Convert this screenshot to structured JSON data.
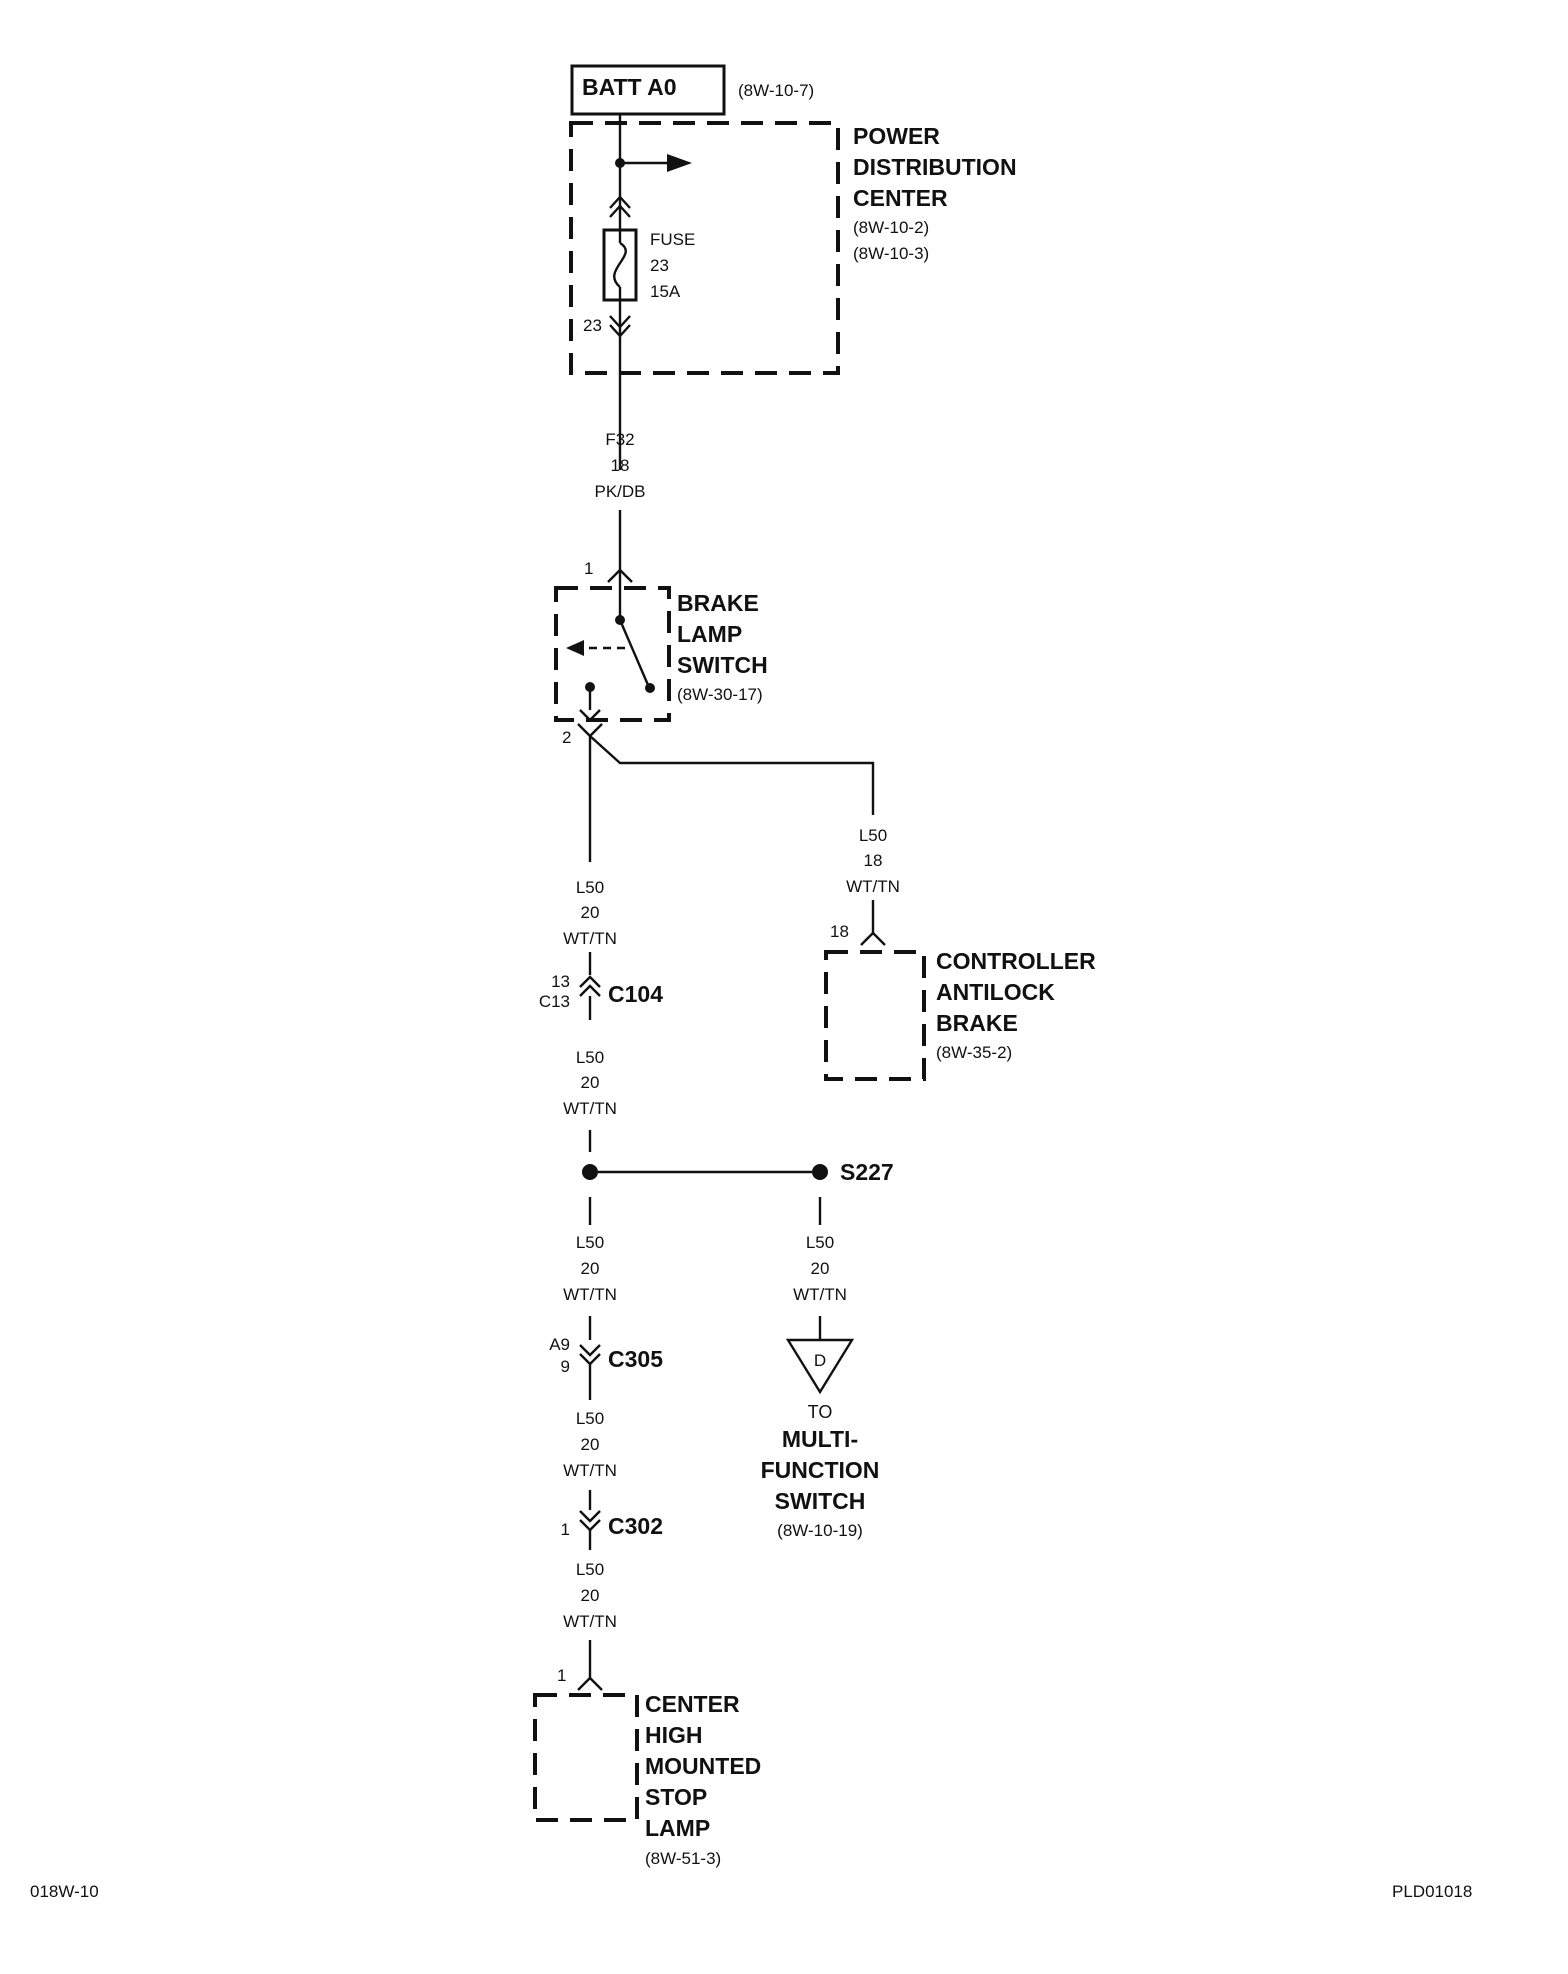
{
  "battery": {
    "label": "BATT A0",
    "ref": "(8W-10-7)"
  },
  "pdc": {
    "title": [
      "POWER",
      "DISTRIBUTION",
      "CENTER"
    ],
    "refs": [
      "(8W-10-2)",
      "(8W-10-3)"
    ],
    "fuse": [
      "FUSE",
      "23",
      "15A"
    ],
    "cavity": "23"
  },
  "wires": {
    "f32": [
      "F32",
      "18",
      "PK/DB"
    ],
    "l50_abs": [
      "L50",
      "18",
      "WT/TN"
    ],
    "l50_a": [
      "L50",
      "20",
      "WT/TN"
    ],
    "l50_b": [
      "L50",
      "20",
      "WT/TN"
    ],
    "l50_c": [
      "L50",
      "20",
      "WT/TN"
    ],
    "l50_d": [
      "L50",
      "20",
      "WT/TN"
    ],
    "l50_e": [
      "L50",
      "20",
      "WT/TN"
    ],
    "l50_f": [
      "L50",
      "20",
      "WT/TN"
    ]
  },
  "brake_switch": {
    "title": [
      "BRAKE",
      "LAMP",
      "SWITCH"
    ],
    "ref": "(8W-30-17)",
    "pin_in": "1",
    "pin_out": "2"
  },
  "abs": {
    "title": [
      "CONTROLLER",
      "ANTILOCK",
      "BRAKE"
    ],
    "ref": "(8W-35-2)",
    "pin": "18"
  },
  "connectors": {
    "c104": {
      "name": "C104",
      "pin_top": "13",
      "pin_bottom": "C13"
    },
    "c305": {
      "name": "C305",
      "pin_top": "A9",
      "pin_bottom": "9"
    },
    "c302": {
      "name": "C302",
      "pin": "1"
    }
  },
  "splice": {
    "name": "S227"
  },
  "offpage": {
    "letter": "D",
    "to": "TO",
    "title": [
      "MULTI-",
      "FUNCTION",
      "SWITCH"
    ],
    "ref": "(8W-10-19)"
  },
  "chmsl": {
    "title": [
      "CENTER",
      "HIGH",
      "MOUNTED",
      "STOP",
      "LAMP"
    ],
    "ref": "(8W-51-3)",
    "pin": "1"
  },
  "footer": {
    "left": "018W-10",
    "right": "PLD01018"
  }
}
